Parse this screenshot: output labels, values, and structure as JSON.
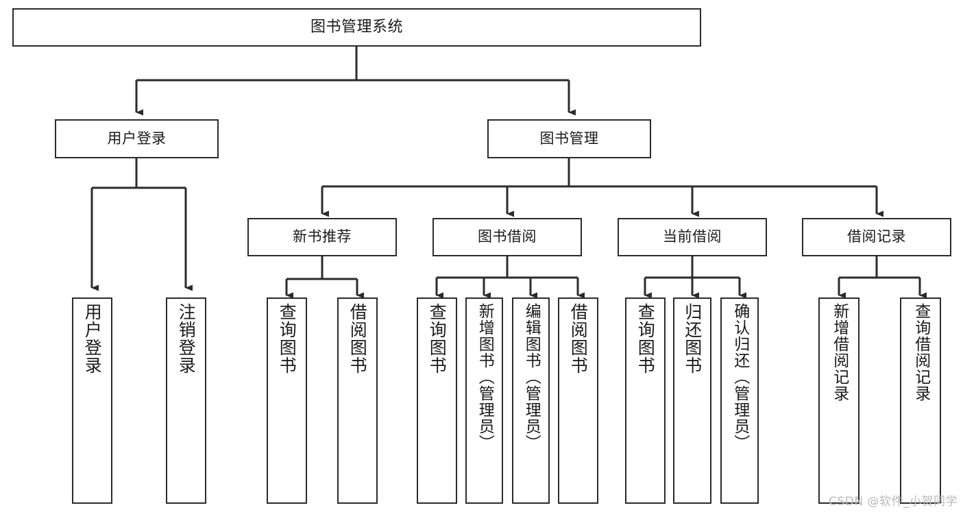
{
  "diagram": {
    "title": "图书管理系统",
    "type": "tree-hierarchy-diagram",
    "colors": {
      "box_border": "#2b2b2b",
      "box_fill": "#ffffff",
      "connector": "#2b2b2b",
      "background": "#ffffff",
      "watermark": "#b9b9b9"
    },
    "levels": {
      "root": {
        "label": "图书管理系统"
      },
      "level2": [
        {
          "id": "user-login",
          "label": "用户登录"
        },
        {
          "id": "book-management",
          "label": "图书管理"
        }
      ],
      "level3": [
        {
          "id": "new-book-recommend",
          "label": "新书推荐"
        },
        {
          "id": "book-borrow",
          "label": "图书借阅"
        },
        {
          "id": "current-borrow",
          "label": "当前借阅"
        },
        {
          "id": "borrow-record",
          "label": "借阅记录"
        }
      ],
      "leaves": {
        "user_login": [
          {
            "id": "leaf-user-login",
            "label": "用户登录"
          },
          {
            "id": "leaf-logout",
            "label": "注销登录"
          }
        ],
        "new_book_recommend": [
          {
            "id": "leaf-query-book-1",
            "label": "查询图书"
          },
          {
            "id": "leaf-borrow-book-1",
            "label": "借阅图书"
          }
        ],
        "book_borrow": [
          {
            "id": "leaf-query-book-2",
            "label": "查询图书"
          },
          {
            "id": "leaf-add-book",
            "label": "新增图书（管理员）"
          },
          {
            "id": "leaf-edit-book",
            "label": "编辑图书（管理员）"
          },
          {
            "id": "leaf-borrow-book-2",
            "label": "借阅图书"
          }
        ],
        "current_borrow": [
          {
            "id": "leaf-query-book-3",
            "label": "查询图书"
          },
          {
            "id": "leaf-return-book",
            "label": "归还图书"
          },
          {
            "id": "leaf-confirm-return",
            "label": "确认归还（管理员）"
          }
        ],
        "borrow_record": [
          {
            "id": "leaf-add-record",
            "label": "新增借阅记录"
          },
          {
            "id": "leaf-query-record",
            "label": "查询借阅记录"
          }
        ]
      }
    },
    "watermark": "CSDN @软件_小贺同学"
  }
}
